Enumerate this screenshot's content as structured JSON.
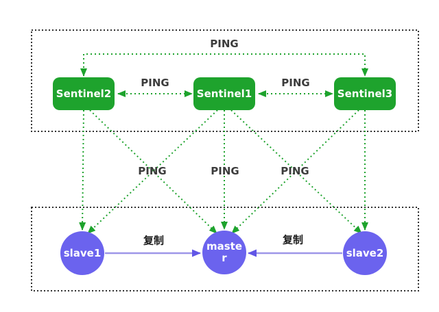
{
  "colors": {
    "green": "#1ea32d",
    "node_purple": "#6b63ee",
    "repl_line": "#9d96e8",
    "repl_arrow": "#6156e6",
    "box_border": "#2f2f2f",
    "label_dark": "#3c3c3c"
  },
  "sentinels": [
    {
      "label": "Sentinel2"
    },
    {
      "label": "Sentinel1"
    },
    {
      "label": "Sentinel3"
    }
  ],
  "redis_nodes": [
    {
      "label": "slave1"
    },
    {
      "label": "master"
    },
    {
      "label": "slave2"
    }
  ],
  "labels": {
    "ping_top": "PING",
    "ping_s2_s1": "PING",
    "ping_s1_s3": "PING",
    "ping_mid_left": "PING",
    "ping_mid_center": "PING",
    "ping_mid_right": "PING",
    "repl_left": "复制",
    "repl_right": "复制"
  }
}
